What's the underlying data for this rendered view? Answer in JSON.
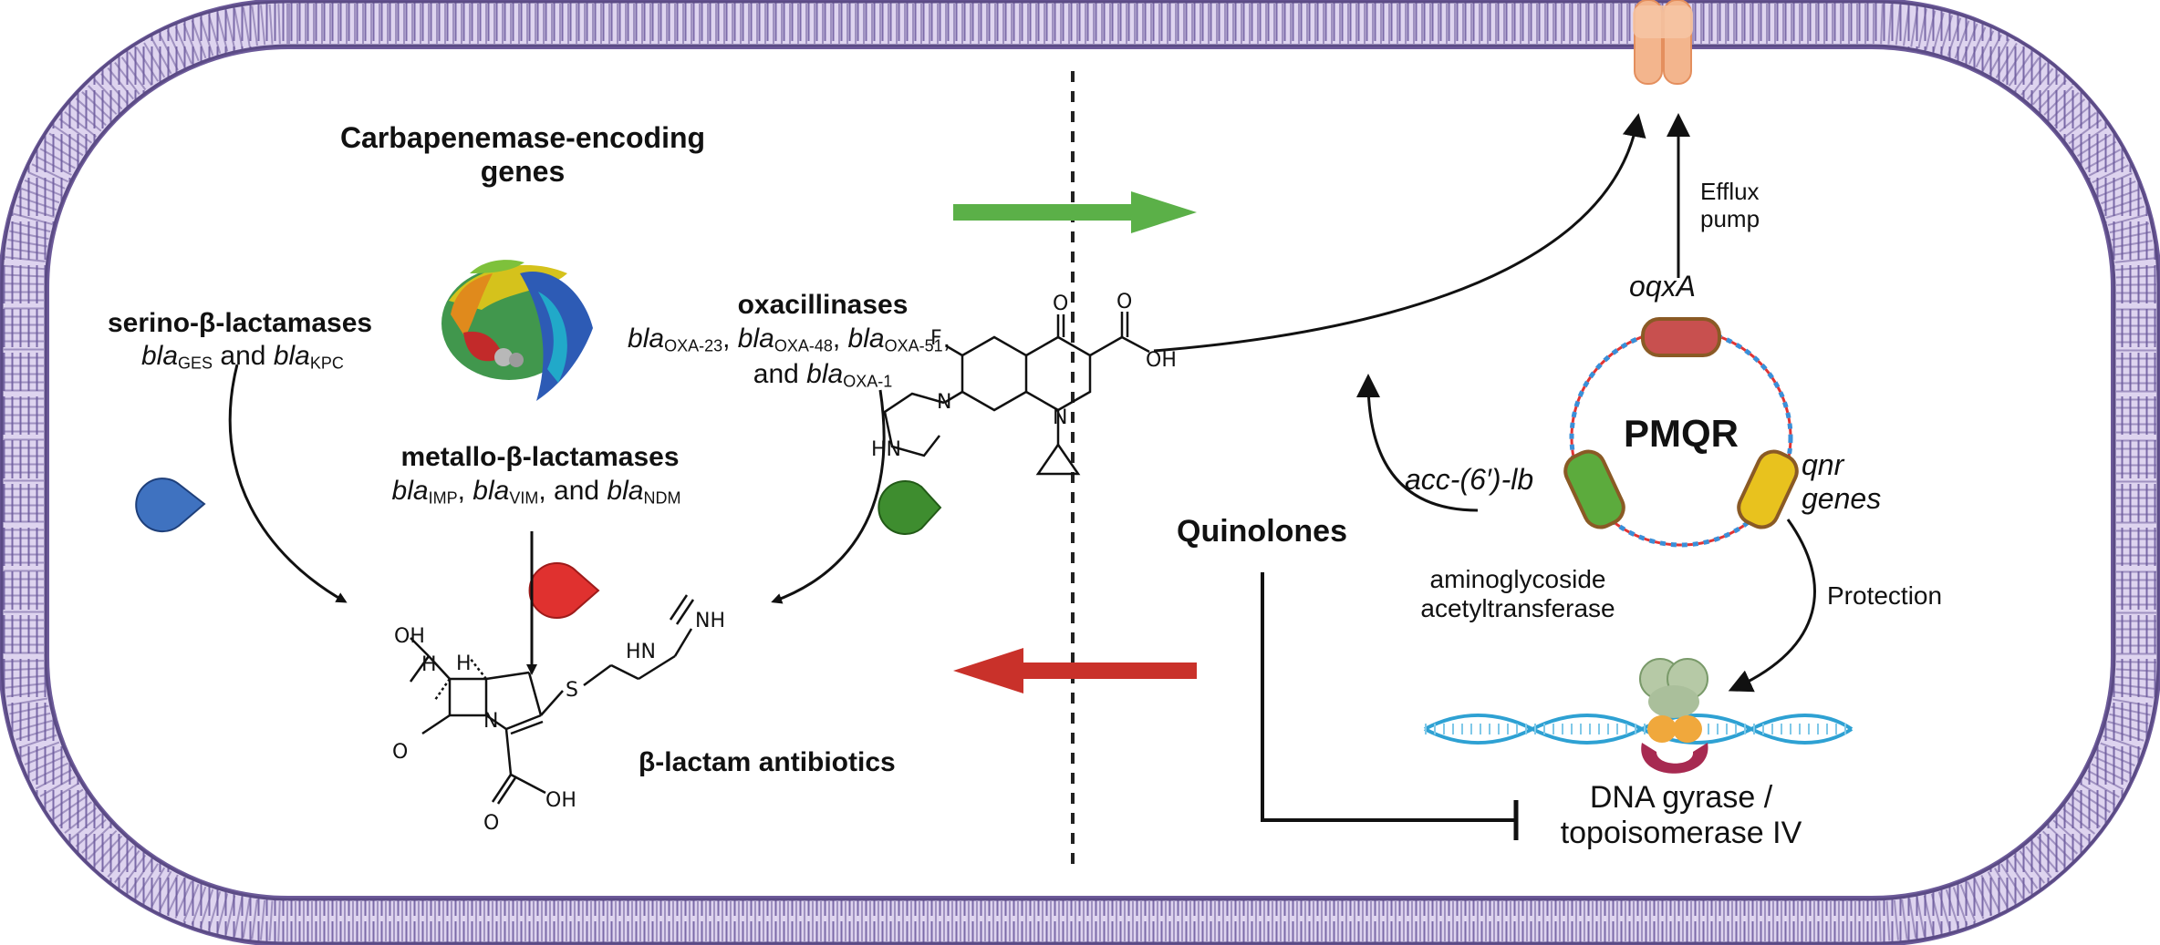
{
  "left_panel": {
    "title": "Carbapenemase-encoding genes",
    "serine": {
      "heading": "serino-β-lactamases",
      "g1": "bla",
      "s1": "GES",
      "conj": "and",
      "g2": "bla",
      "s2": "KPC"
    },
    "metallo": {
      "heading": "metallo-β-lactamases",
      "g1": "bla",
      "s1": "IMP",
      "g2": "bla",
      "s2": "VIM",
      "conj": "and",
      "g3": "bla",
      "s3": "NDM"
    },
    "oxa": {
      "heading": "oxacillinases",
      "g1": "bla",
      "s1": "OXA-23",
      "g2": "bla",
      "s2": "OXA-48",
      "g3": "bla",
      "s3": "OXA-51",
      "conj": "and",
      "g4": "bla",
      "s4": "OXA-1"
    },
    "antibiotic_label": "β-lactam antibiotics"
  },
  "chem_labels": {
    "oh": "OH",
    "h": "H",
    "o": "O",
    "n": "N",
    "s": "S",
    "nh": "NH",
    "hn": "HN",
    "f": "F"
  },
  "right_panel": {
    "quinolones": "Quinolones",
    "pmqr": "PMQR",
    "oqxa": "oqxA",
    "efflux": "Efflux pump",
    "acc": "acc-(6′)-lb",
    "aminoglycoside": "aminoglycoside acetyltransferase",
    "qnr": "qnr genes",
    "protection": "Protection",
    "target": "DNA gyrase / topoisomerase IV"
  },
  "colors": {
    "membrane": "#8c7bb5",
    "green_arrow": "#5bb048",
    "red_arrow": "#c9312a",
    "pacman_blue": "#3f72c0",
    "pacman_red": "#e0312f",
    "pacman_green": "#3e8d2f",
    "oqxa_cassette": "#c8504f",
    "acc_cassette": "#5cab3d",
    "qnr_cassette": "#e8c21e"
  }
}
